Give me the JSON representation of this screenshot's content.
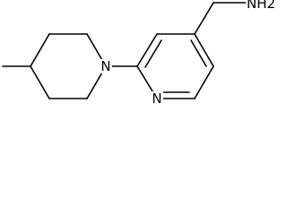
{
  "structure": {
    "atom_labels": {
      "piperidine_nitrogen": "N",
      "pyridine_nitrogen": "N",
      "amine": "NH2"
    },
    "colors": {
      "bond": "#000000",
      "text": "#000000",
      "background": "#ffffff"
    }
  }
}
